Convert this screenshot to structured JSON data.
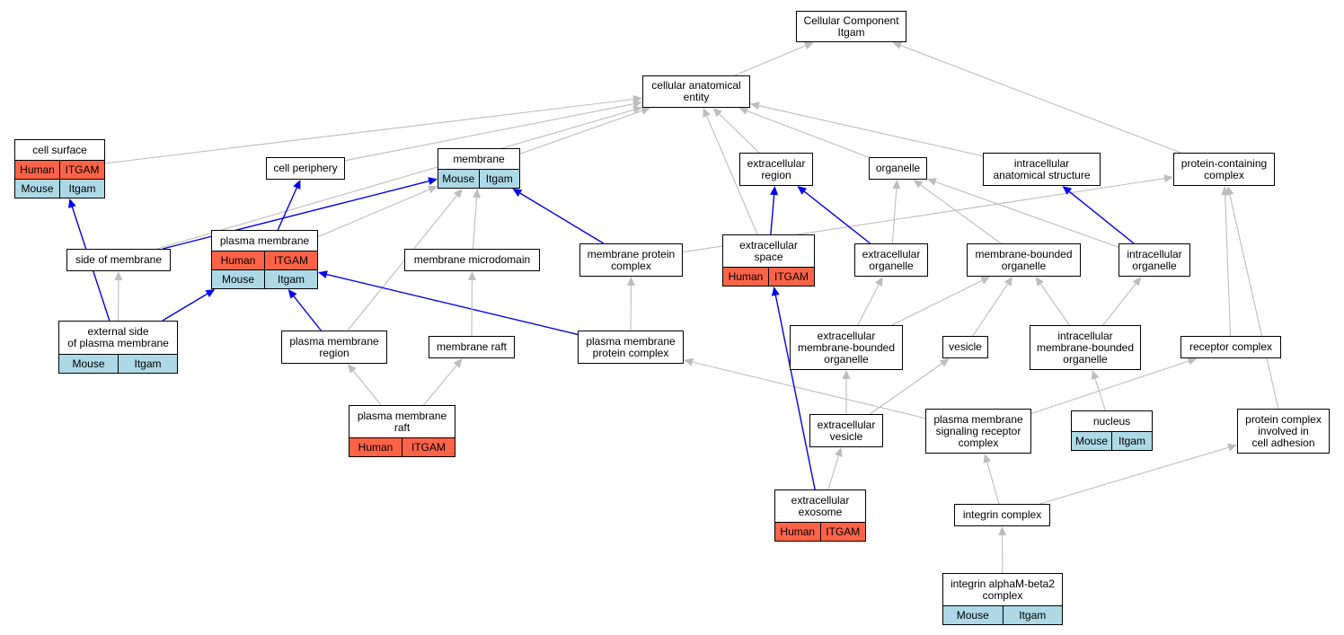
{
  "colors": {
    "human": "#ff6347",
    "mouse": "#add8e6",
    "edge_gray": "#bdbdbd",
    "edge_blue": "#0000ee"
  },
  "nodes": {
    "root": {
      "label": "Cellular Component\nItgam",
      "rows": []
    },
    "cae": {
      "label": "cellular anatomical\nentity",
      "rows": []
    },
    "cellsurf": {
      "label": "cell surface",
      "rows": [
        [
          "Human",
          "ITGAM"
        ],
        [
          "Mouse",
          "Itgam"
        ]
      ]
    },
    "cellper": {
      "label": "cell periphery",
      "rows": []
    },
    "membrane": {
      "label": "membrane",
      "rows": [
        [
          "Mouse",
          "Itgam"
        ]
      ]
    },
    "ecreg": {
      "label": "extracellular\nregion",
      "rows": []
    },
    "organelle": {
      "label": "organelle",
      "rows": []
    },
    "ias": {
      "label": "intracellular\nanatomical structure",
      "rows": []
    },
    "pcc": {
      "label": "protein-containing\ncomplex",
      "rows": []
    },
    "som": {
      "label": "side of membrane",
      "rows": []
    },
    "pm": {
      "label": "plasma membrane",
      "rows": [
        [
          "Human",
          "ITGAM"
        ],
        [
          "Mouse",
          "Itgam"
        ]
      ]
    },
    "mmd": {
      "label": "membrane microdomain",
      "rows": []
    },
    "mpc": {
      "label": "membrane protein\ncomplex",
      "rows": []
    },
    "ecspace": {
      "label": "extracellular\nspace",
      "rows": [
        [
          "Human",
          "ITGAM"
        ]
      ]
    },
    "ecorg": {
      "label": "extracellular\norganelle",
      "rows": []
    },
    "mbo": {
      "label": "membrane-bounded\norganelle",
      "rows": []
    },
    "icorg": {
      "label": "intracellular\norganelle",
      "rows": []
    },
    "espm": {
      "label": "external side\nof plasma membrane",
      "rows": [
        [
          "Mouse",
          "Itgam"
        ]
      ]
    },
    "pmreg": {
      "label": "plasma membrane\nregion",
      "rows": []
    },
    "mraft": {
      "label": "membrane raft",
      "rows": []
    },
    "pmpc": {
      "label": "plasma membrane\nprotein complex",
      "rows": []
    },
    "ecmbo": {
      "label": "extracellular\nmembrane-bounded\norganelle",
      "rows": []
    },
    "vesicle": {
      "label": "vesicle",
      "rows": []
    },
    "icmbo": {
      "label": "intracellular\nmembrane-bounded\norganelle",
      "rows": []
    },
    "rc": {
      "label": "receptor complex",
      "rows": []
    },
    "pmraft": {
      "label": "plasma membrane\nraft",
      "rows": [
        [
          "Human",
          "ITGAM"
        ]
      ]
    },
    "ecves": {
      "label": "extracellular\nvesicle",
      "rows": []
    },
    "pmsrc": {
      "label": "plasma membrane\nsignaling receptor\ncomplex",
      "rows": []
    },
    "nucleus": {
      "label": "nucleus",
      "rows": [
        [
          "Mouse",
          "Itgam"
        ]
      ]
    },
    "pcica": {
      "label": "protein complex\ninvolved in\ncell adhesion",
      "rows": []
    },
    "ecexo": {
      "label": "extracellular\nexosome",
      "rows": [
        [
          "Human",
          "ITGAM"
        ]
      ]
    },
    "intc": {
      "label": "integrin complex",
      "rows": []
    },
    "iab2": {
      "label": "integrin alphaM-beta2\ncomplex",
      "rows": [
        [
          "Mouse",
          "Itgam"
        ]
      ]
    }
  },
  "edges": [
    {
      "from": "cae",
      "to": "root",
      "color": "gray"
    },
    {
      "from": "pcc",
      "to": "root",
      "color": "gray"
    },
    {
      "from": "cellsurf",
      "to": "cae",
      "color": "gray"
    },
    {
      "from": "cellper",
      "to": "cae",
      "color": "gray"
    },
    {
      "from": "membrane",
      "to": "cae",
      "color": "gray"
    },
    {
      "from": "ecreg",
      "to": "cae",
      "color": "gray"
    },
    {
      "from": "organelle",
      "to": "cae",
      "color": "gray"
    },
    {
      "from": "ias",
      "to": "cae",
      "color": "gray"
    },
    {
      "from": "som",
      "to": "cae",
      "color": "gray"
    },
    {
      "from": "ecspace",
      "to": "cae",
      "color": "gray"
    },
    {
      "from": "som",
      "to": "membrane",
      "color": "blue"
    },
    {
      "from": "pm",
      "to": "cellper",
      "color": "blue"
    },
    {
      "from": "pm",
      "to": "membrane",
      "color": "gray"
    },
    {
      "from": "mmd",
      "to": "membrane",
      "color": "gray"
    },
    {
      "from": "mpc",
      "to": "membrane",
      "color": "blue"
    },
    {
      "from": "pmreg",
      "to": "membrane",
      "color": "gray"
    },
    {
      "from": "mpc",
      "to": "pcc",
      "color": "gray"
    },
    {
      "from": "ecspace",
      "to": "ecreg",
      "color": "blue"
    },
    {
      "from": "ecorg",
      "to": "ecreg",
      "color": "blue"
    },
    {
      "from": "ecorg",
      "to": "organelle",
      "color": "gray"
    },
    {
      "from": "mbo",
      "to": "organelle",
      "color": "gray"
    },
    {
      "from": "icorg",
      "to": "organelle",
      "color": "gray"
    },
    {
      "from": "icorg",
      "to": "ias",
      "color": "blue"
    },
    {
      "from": "rc",
      "to": "pcc",
      "color": "gray"
    },
    {
      "from": "pcica",
      "to": "pcc",
      "color": "gray"
    },
    {
      "from": "espm",
      "to": "cellsurf",
      "color": "blue"
    },
    {
      "from": "espm",
      "to": "som",
      "color": "gray"
    },
    {
      "from": "espm",
      "to": "pm",
      "color": "blue"
    },
    {
      "from": "pmreg",
      "to": "pm",
      "color": "blue"
    },
    {
      "from": "pmpc",
      "to": "pm",
      "color": "blue"
    },
    {
      "from": "mraft",
      "to": "mmd",
      "color": "gray"
    },
    {
      "from": "pmpc",
      "to": "mpc",
      "color": "gray"
    },
    {
      "from": "pmraft",
      "to": "pmreg",
      "color": "gray"
    },
    {
      "from": "pmraft",
      "to": "mraft",
      "color": "gray"
    },
    {
      "from": "ecmbo",
      "to": "ecorg",
      "color": "gray"
    },
    {
      "from": "ecmbo",
      "to": "mbo",
      "color": "gray"
    },
    {
      "from": "vesicle",
      "to": "mbo",
      "color": "gray"
    },
    {
      "from": "icmbo",
      "to": "mbo",
      "color": "gray"
    },
    {
      "from": "icmbo",
      "to": "icorg",
      "color": "gray"
    },
    {
      "from": "ecves",
      "to": "ecmbo",
      "color": "gray"
    },
    {
      "from": "ecves",
      "to": "vesicle",
      "color": "gray"
    },
    {
      "from": "nucleus",
      "to": "icmbo",
      "color": "gray"
    },
    {
      "from": "pmsrc",
      "to": "pmpc",
      "color": "gray"
    },
    {
      "from": "pmsrc",
      "to": "rc",
      "color": "gray"
    },
    {
      "from": "ecexo",
      "to": "ecves",
      "color": "gray"
    },
    {
      "from": "ecexo",
      "to": "ecspace",
      "color": "blue"
    },
    {
      "from": "intc",
      "to": "pmsrc",
      "color": "gray"
    },
    {
      "from": "intc",
      "to": "pcica",
      "color": "gray"
    },
    {
      "from": "iab2",
      "to": "intc",
      "color": "gray"
    }
  ]
}
